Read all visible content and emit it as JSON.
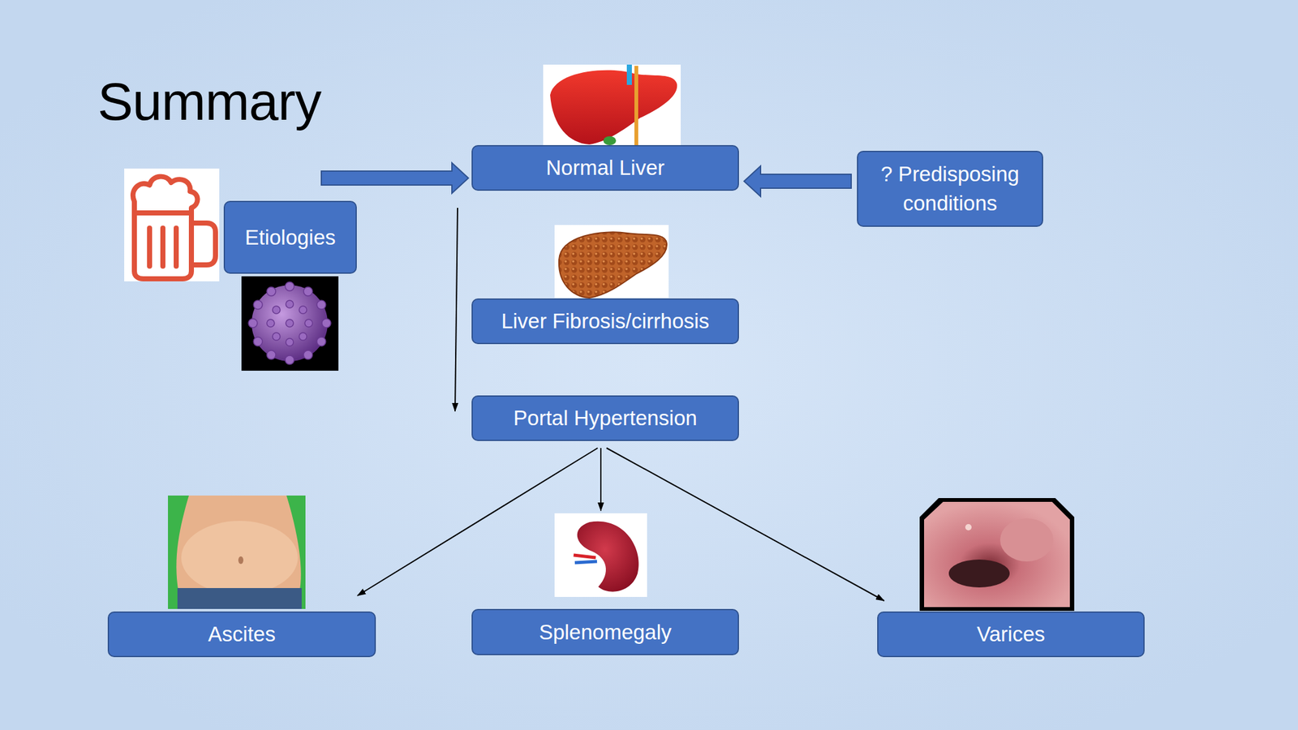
{
  "diagram": {
    "title": "Summary",
    "nodes": [
      {
        "text": [
          "Etiologies"
        ]
      },
      {
        "text": [
          "Normal Liver"
        ]
      },
      {
        "text": [
          "? Predisposing conditions"
        ]
      },
      {
        "text": [
          "Liver Fibrosis/cirrhosis"
        ]
      },
      {
        "text": [
          "Portal Hypertension"
        ]
      },
      {
        "text": [
          "Ascites"
        ]
      },
      {
        "text": [
          "Splenomegaly"
        ]
      },
      {
        "text": [
          "Varices"
        ]
      }
    ],
    "edges": [
      {
        "from": 0,
        "to": 1,
        "arrow": "to"
      },
      {
        "from": 2,
        "to": 1,
        "arrow": "to"
      },
      {
        "from": 1,
        "to": 4,
        "arrow": "to"
      },
      {
        "from": 4,
        "to": 5,
        "arrow": "to"
      },
      {
        "from": 4,
        "to": 6,
        "arrow": "to"
      },
      {
        "from": 4,
        "to": 7,
        "arrow": "to"
      }
    ]
  }
}
